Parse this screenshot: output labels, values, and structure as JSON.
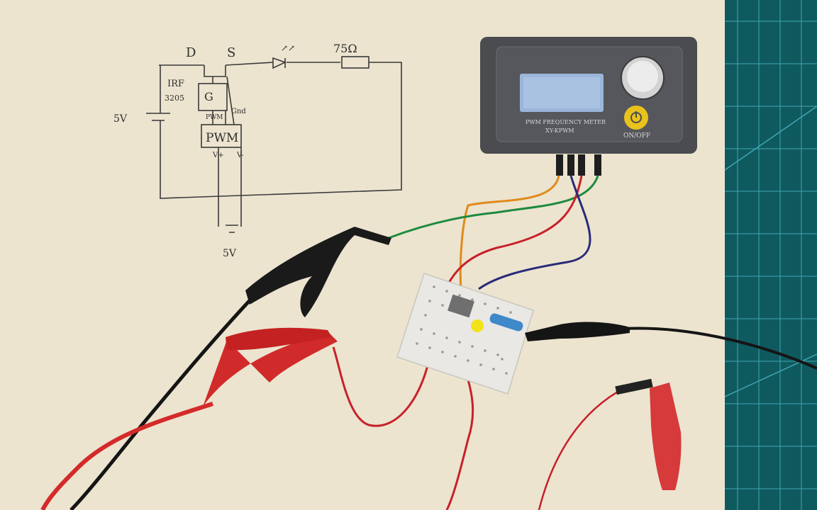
{
  "paper": {
    "color": "#ece4cf"
  },
  "mat": {
    "color": "#0f5a5f",
    "line_color": "#4bb9c9"
  },
  "schematic": {
    "label_d": "D",
    "label_s": "S",
    "label_irf": "IRF",
    "label_part": "3205",
    "label_g": "G",
    "label_pwm_in": "PWM",
    "label_gnd": "Gnd",
    "label_pwm_box": "PWM",
    "label_vplus": "V+",
    "label_vminus": "V-",
    "label_5v_left": "5V",
    "label_5v_bottom": "5V",
    "label_resistor": "75Ω",
    "label_led_rays": "↗↗"
  },
  "module": {
    "title": "PWM FREQUENCY METER",
    "model": "XY-KPWM",
    "power_label": "ON/OFF",
    "body_color": "#4a4c50",
    "button_color": "#e9c21b",
    "lcd_color": "#9bb6d9"
  },
  "wires": {
    "orange": "#e08a1c",
    "green": "#1e8a3e",
    "red": "#c8202a",
    "blue": "#2a2a7a",
    "black": "#151515"
  }
}
